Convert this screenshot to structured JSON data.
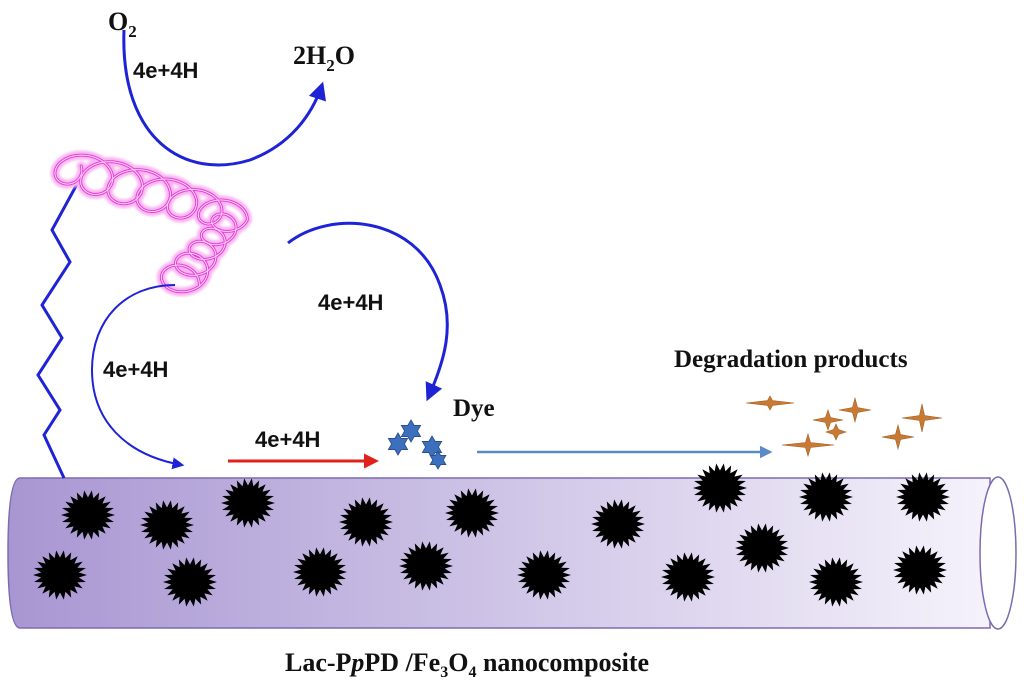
{
  "labels": {
    "o2_main": "O",
    "o2_sub": "2",
    "e_top": "4e+4H",
    "water_pre": "2H",
    "water_sub": "2",
    "water_post": "O",
    "e_right": "4e+4H",
    "e_left": "4e+4H",
    "e_surface": "4e+4H",
    "dye": "Dye",
    "products": "Degradation products",
    "caption_a": "Lac-P",
    "caption_italic": "p",
    "caption_b": "PD /Fe",
    "caption_sub1": "3",
    "caption_c": "O",
    "caption_sub2": "4",
    "caption_d": " nanocomposite"
  },
  "colors": {
    "arrow_blue": "#1f23d6",
    "enzyme_pink": "#e83fd8",
    "rod_fill_start": "#a896d2",
    "rod_fill_end": "#f3f0fa",
    "rod_stroke": "#7d6bb0",
    "red_arrow": "#e0221c",
    "dye_blue": "#3d6fbf",
    "process_arrow": "#5b8ac9",
    "product_orange": "#c87a35",
    "particle": "#000000"
  },
  "icons": {
    "nanoparticle": "spiky-nanoparticle-icon",
    "dye": "star-cluster-icon",
    "product": "four-point-star-icon"
  }
}
